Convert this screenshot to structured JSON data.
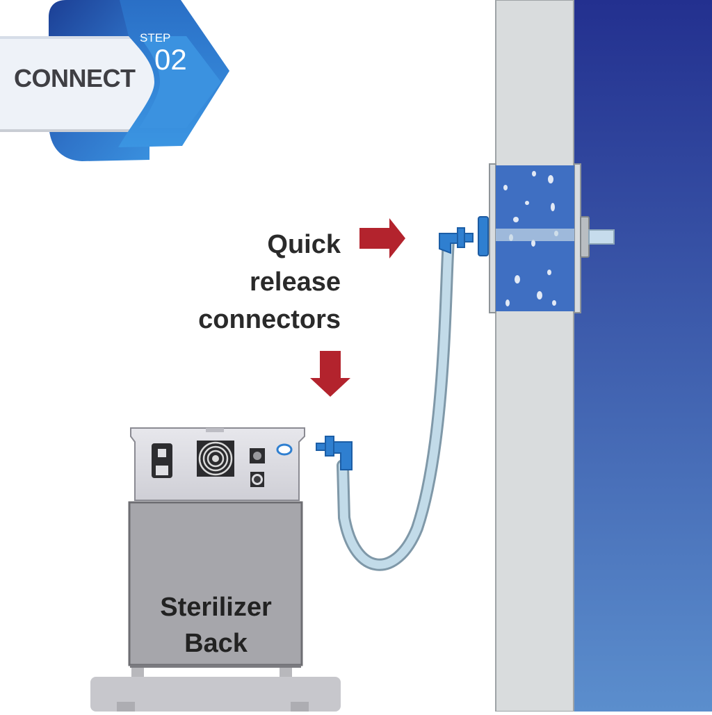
{
  "banner": {
    "title": "CONNECT",
    "step_word": "STEP",
    "step_number": "02"
  },
  "callout": {
    "lines": [
      "Quick",
      "release",
      "connectors"
    ]
  },
  "device": {
    "label_lines": [
      "Sterilizer",
      "Back"
    ]
  },
  "colors": {
    "banner_blue_dark": "#1d4fa3",
    "banner_blue_light": "#3a8fe0",
    "arrow_red": "#b3232d",
    "connector_blue": "#2f7fd0",
    "hose": "#b9d3e3",
    "wall_panel": "#d9dcdd",
    "wall_blue_dark": "#24318f",
    "wall_blue_light": "#5a8ccc",
    "cabinet_gray": "#a6a6ab",
    "panel_gray": "#dcdce2"
  }
}
